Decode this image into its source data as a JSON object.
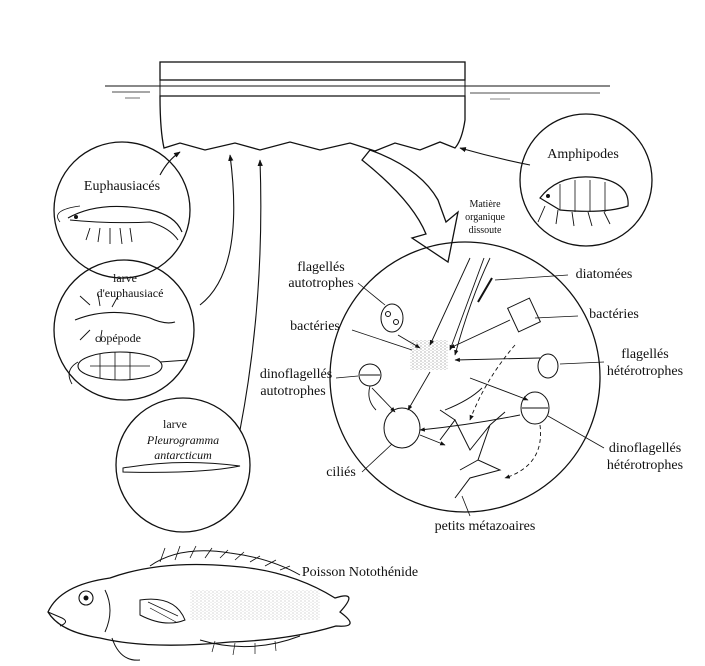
{
  "labels": {
    "euphausiaces": "Euphausiacés",
    "larve_euphausiace_1": "larve",
    "larve_euphausiace_2": "d'euphausiacé",
    "copepode": "copépode",
    "larve_pleuro": "larve",
    "pleuro_genus": "Pleurogramma",
    "pleuro_species": "antarcticum",
    "amphipodes": "Amphipodes",
    "matiere_1": "Matière",
    "matiere_2": "organique",
    "matiere_3": "dissoute",
    "flagelles_auto_1": "flagellés",
    "flagelles_auto_2": "autotrophes",
    "diatomees": "diatomées",
    "bacteries_left": "bactéries",
    "bacteries_right": "bactéries",
    "flagelles_hetero_1": "flagellés",
    "flagelles_hetero_2": "hétérotrophes",
    "dino_auto_1": "dinoflagellés",
    "dino_auto_2": "autotrophes",
    "dino_hetero_1": "dinoflagellés",
    "dino_hetero_2": "hétérotrophes",
    "cilies": "ciliés",
    "petits_metazoaires": "petits métazoaires",
    "poisson": "Poisson Notothénide"
  }
}
